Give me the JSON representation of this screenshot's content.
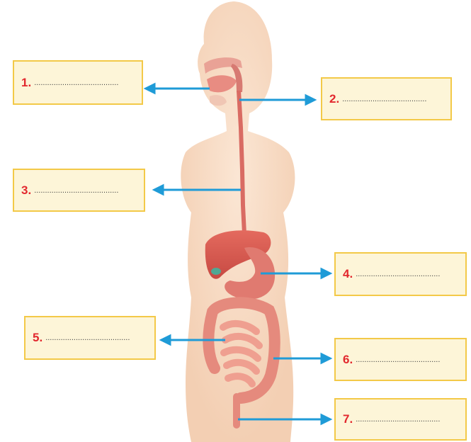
{
  "labels": [
    {
      "number": "1.",
      "blank": "......................................."
    },
    {
      "number": "2.",
      "blank": "......................................."
    },
    {
      "number": "3.",
      "blank": "......................................."
    },
    {
      "number": "4.",
      "blank": "......................................."
    },
    {
      "number": "5.",
      "blank": "......................................."
    },
    {
      "number": "6.",
      "blank": "......................................."
    },
    {
      "number": "7.",
      "blank": "......................................."
    }
  ],
  "colors": {
    "box_fill": "#fdf5d8",
    "box_border": "#f3c948",
    "number": "#e2282e",
    "arrow": "#1f9bd7",
    "skin": "#f8dcc4",
    "organ": "#e8847a"
  }
}
